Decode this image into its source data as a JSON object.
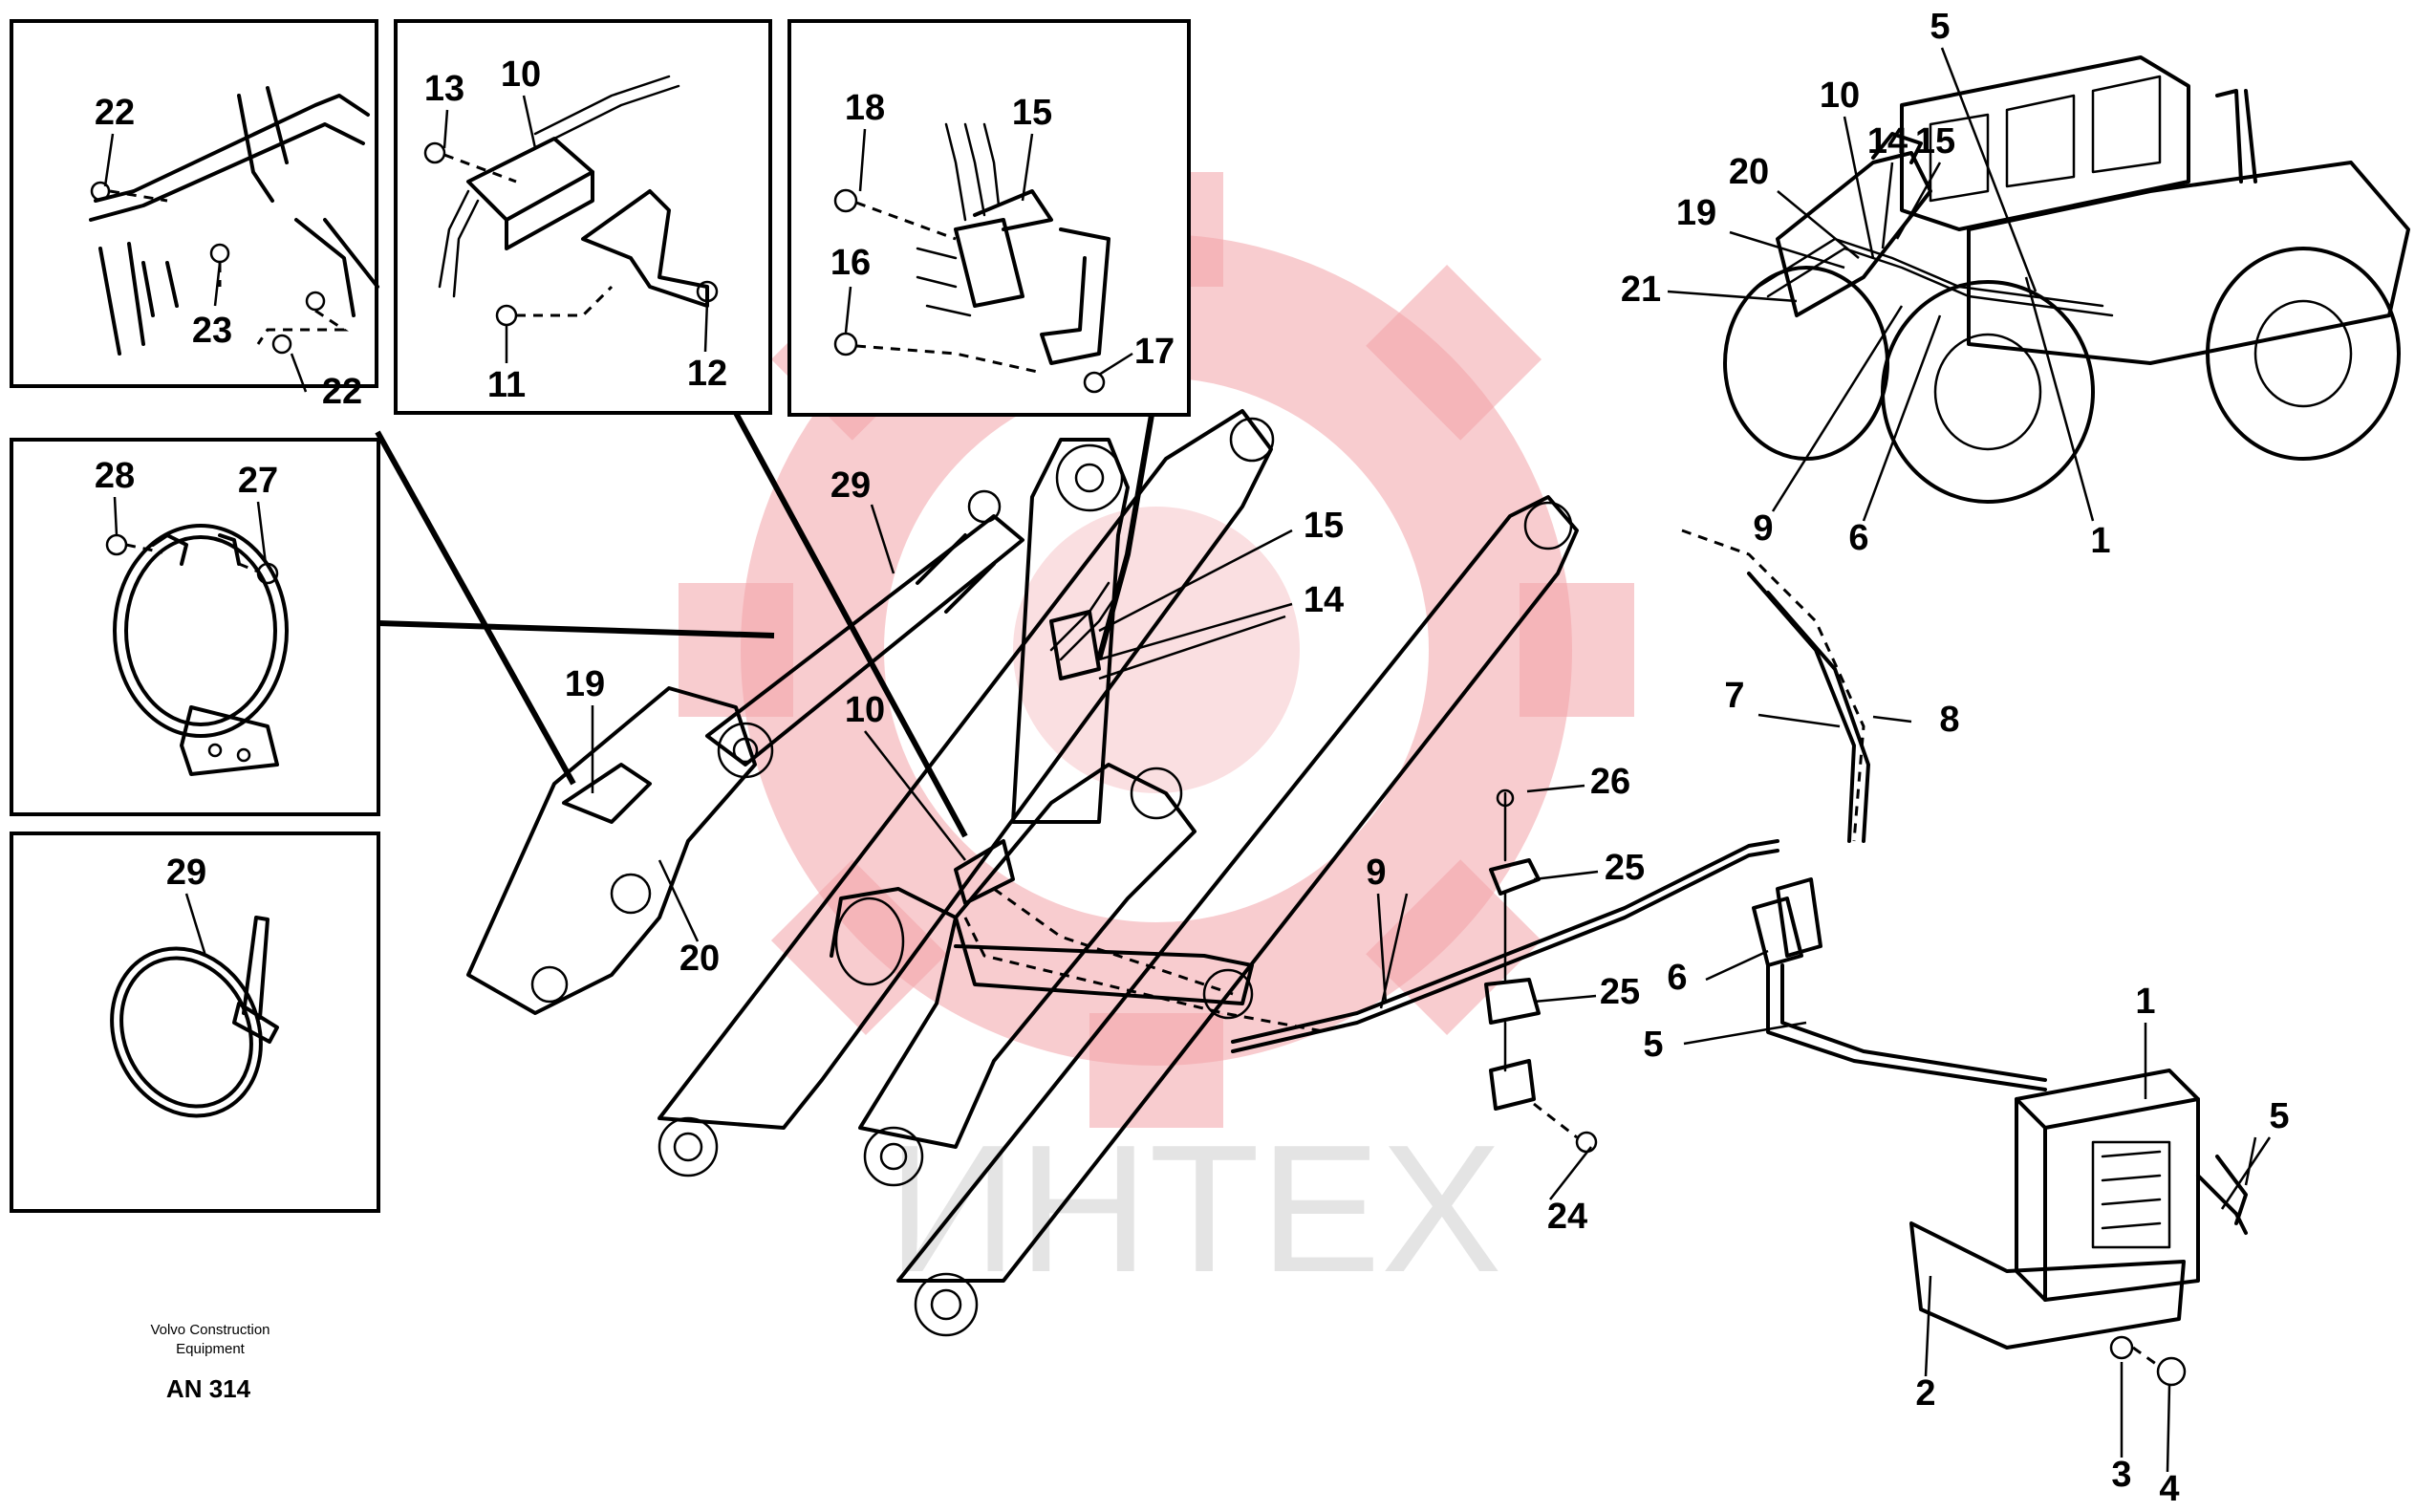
{
  "watermark": {
    "text": "ИНТЕХ",
    "gear_color": "#f2a3a8",
    "text_color": "#d6d6d6"
  },
  "caption": {
    "maker_line1": "Volvo Construction",
    "maker_line2": "Equipment",
    "code": "AN 314"
  },
  "callouts": {
    "box1": [
      "22",
      "23",
      "22"
    ],
    "box2": [
      "13",
      "10",
      "11",
      "12"
    ],
    "box3": [
      "18",
      "15",
      "16",
      "17"
    ],
    "box4": [
      "28",
      "27"
    ],
    "box5": [
      "29"
    ],
    "main": [
      "29",
      "15",
      "14",
      "19",
      "10",
      "20",
      "9",
      "26",
      "25",
      "25",
      "24",
      "7",
      "8",
      "6",
      "5",
      "1",
      "5",
      "2",
      "3",
      "4"
    ],
    "loader": [
      "5",
      "10",
      "14",
      "15",
      "20",
      "19",
      "21",
      "9",
      "6",
      "1"
    ]
  }
}
